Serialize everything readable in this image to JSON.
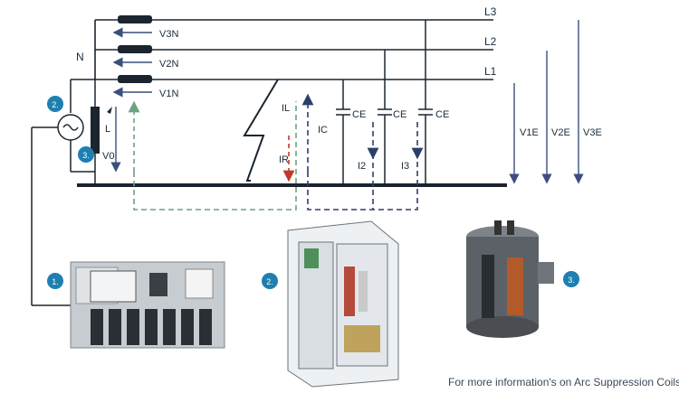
{
  "lines": {
    "l3": "L3",
    "l2": "L2",
    "l1": "L1",
    "n": "N"
  },
  "voltages": {
    "v3n": "V3N",
    "v2n": "V2N",
    "v1n": "V1N",
    "v0": "V0",
    "v1e": "V1E",
    "v2e": "V2E",
    "v3e": "V3E"
  },
  "currents": {
    "il": "IL",
    "ir": "IR",
    "ic": "IC",
    "i2": "I2",
    "i3": "I3"
  },
  "components": {
    "ce": "CE",
    "inductor": "L"
  },
  "badges": [
    "1.",
    "2.",
    "3."
  ],
  "footer": "For more information's on Arc Suppression Coils",
  "colors": {
    "line": "#1b2530",
    "badge": "#1e7fb0",
    "blue_arrow": "#3a4f7d",
    "green_dash": "#6aa47f",
    "red_dash": "#c0392b",
    "navy_dash": "#2c3f6b"
  }
}
